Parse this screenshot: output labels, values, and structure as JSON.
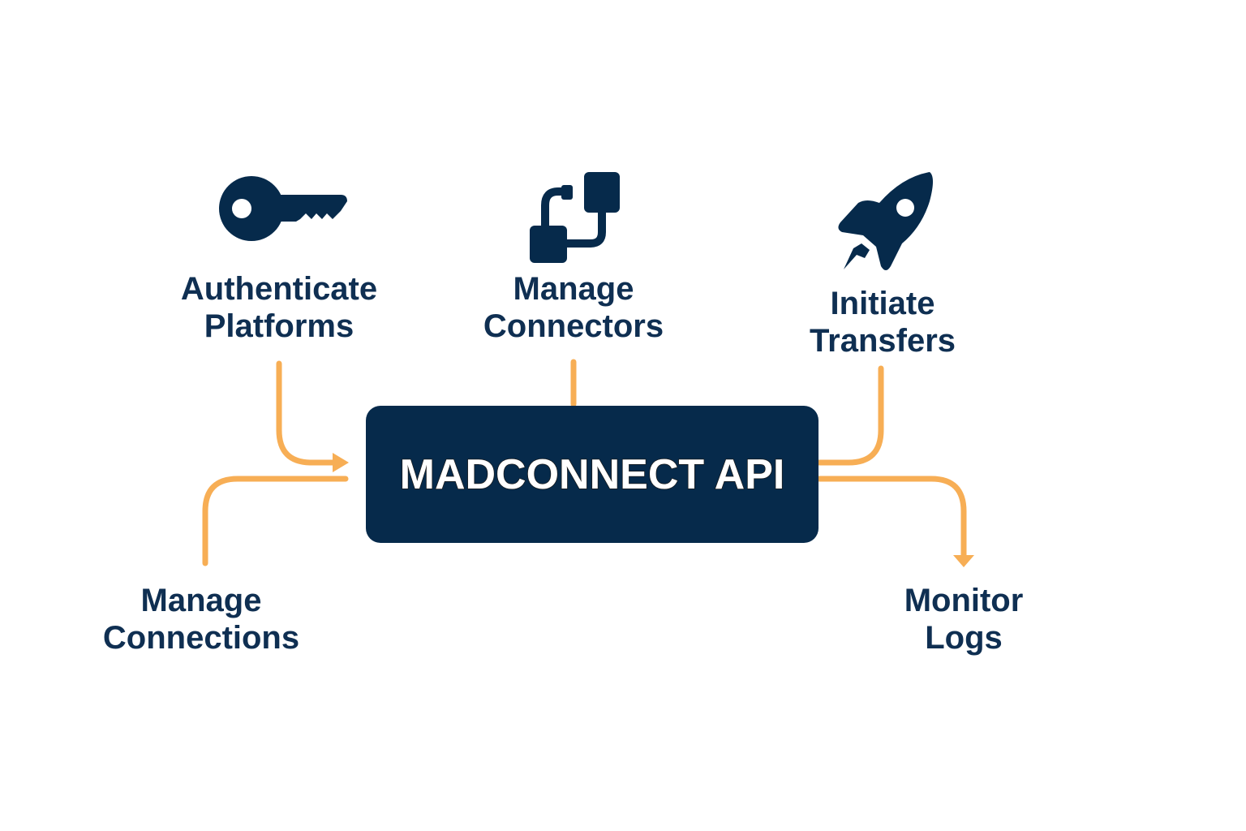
{
  "center": {
    "title": "MADCONNECT API"
  },
  "nodes": [
    {
      "id": "authenticate-platforms",
      "icon": "key-icon",
      "lines": [
        "Authenticate",
        "Platforms"
      ],
      "direction": "into-api"
    },
    {
      "id": "manage-connectors",
      "icon": "connector-icon",
      "lines": [
        "Manage",
        "Connectors"
      ],
      "direction": "into-api"
    },
    {
      "id": "initiate-transfers",
      "icon": "rocket-icon",
      "lines": [
        "Initiate",
        "Transfers"
      ],
      "direction": "into-api"
    },
    {
      "id": "manage-connections",
      "icon": "",
      "lines": [
        "Manage",
        "Connections"
      ],
      "direction": "into-api"
    },
    {
      "id": "monitor-logs",
      "icon": "",
      "lines": [
        "Monitor",
        "Logs"
      ],
      "direction": "out-of-api"
    }
  ],
  "colors": {
    "primary": "#062a4b",
    "text": "#0f2f52",
    "connector": "#f7ae55",
    "background": "#ffffff"
  }
}
